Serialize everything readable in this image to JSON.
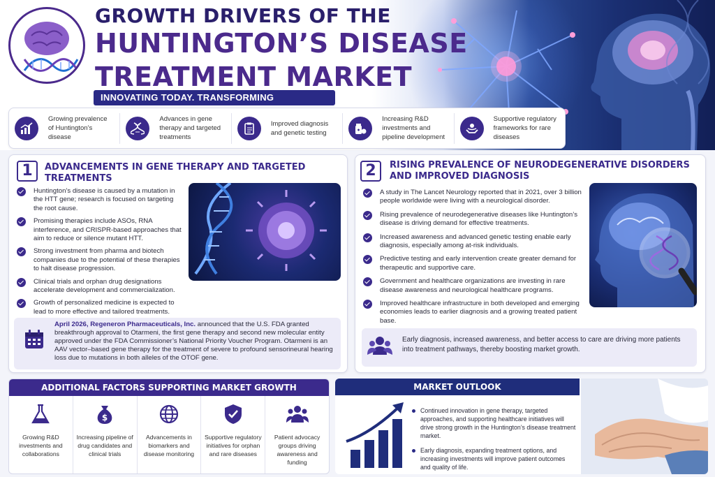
{
  "header": {
    "title_line1": "GROWTH DRIVERS OF THE",
    "title_line2": "HUNTINGTON’S DISEASE",
    "title_line3": "TREATMENT MARKET",
    "tagline": "INNOVATING TODAY. TRANSFORMING TOMORROW."
  },
  "drivers": [
    {
      "icon": "growth-chart-icon",
      "text": "Growing prevalence of Huntington’s disease"
    },
    {
      "icon": "dna-icon",
      "text": "Advances in gene therapy and targeted treatments"
    },
    {
      "icon": "clipboard-icon",
      "text": "Improved diagnosis and genetic testing"
    },
    {
      "icon": "medicine-icon",
      "text": "Increasing R&D investments and pipeline development"
    },
    {
      "icon": "hands-care-icon",
      "text": "Supportive regulatory frameworks for rare diseases"
    }
  ],
  "section1": {
    "number": "1",
    "title": "ADVANCEMENTS IN GENE THERAPY AND TARGETED TREATMENTS",
    "bullets": [
      "Huntington’s disease is caused by a mutation in the HTT gene; research is focused on targeting the root cause.",
      "Promising therapies include ASOs, RNA interference, and CRISPR-based approaches that aim to reduce or silence mutant HTT.",
      "Strong investment from pharma and biotech companies due to the potential of these therapies to halt disease progression.",
      "Clinical trials and orphan drug designations accelerate development and commercialization.",
      "Growth of personalized medicine is expected to lead to more effective and tailored treatments."
    ],
    "news_lead": "April 2026, Regeneron Pharmaceuticals, Inc.",
    "news_body": " announced that the U.S. FDA granted breakthrough approval to Otarmeni, the first gene therapy and second new molecular entity approved under the FDA Commissioner’s National Priority Voucher Program. Otarmeni is an AAV vector–based gene therapy for the treatment of severe to profound sensorineural hearing loss due to mutations in both alleles of the OTOF gene."
  },
  "section2": {
    "number": "2",
    "title_line1": "RISING PREVALENCE OF NEURODEGENERATIVE DISORDERS",
    "title_line2": "AND IMPROVED DIAGNOSIS",
    "bullets": [
      "A study in The Lancet Neurology reported that in 2021, over 3 billion people worldwide were living with a neurological disorder.",
      "Rising prevalence of neurodegenerative diseases like Huntington’s disease is driving demand for effective treatments.",
      "Increased awareness and advanced genetic testing enable early diagnosis, especially among at-risk individuals.",
      "Predictive testing and early intervention create greater demand for therapeutic and supportive care.",
      "Government and healthcare organizations are investing in rare disease awareness and neurological healthcare programs.",
      "Improved healthcare infrastructure in both developed and emerging economies leads to earlier diagnosis and a growing treated patient base."
    ],
    "callout": "Early diagnosis, increased awareness, and better access to care are driving more patients into treatment pathways, thereby boosting market growth."
  },
  "additional": {
    "title": "ADDITIONAL FACTORS SUPPORTING MARKET GROWTH",
    "items": [
      {
        "icon": "flask-icon",
        "text": "Growing R&D investments and collaborations"
      },
      {
        "icon": "money-bag-icon",
        "text": "Increasing pipeline of drug candidates and clinical trials"
      },
      {
        "icon": "globe-icon",
        "text": "Advancements in biomarkers and disease monitoring"
      },
      {
        "icon": "shield-check-icon",
        "text": "Supportive regulatory initiatives for orphan and rare diseases"
      },
      {
        "icon": "people-group-icon",
        "text": "Patient advocacy groups driving awareness and funding"
      }
    ]
  },
  "outlook": {
    "title": "MARKET OUTLOOK",
    "bullets": [
      "Continued innovation in gene therapy, targeted approaches, and supporting healthcare initiatives will drive strong growth in the Huntington’s disease treatment market.",
      "Early diagnosis, expanding treatment options, and increasing investments will improve patient outcomes and quality of life."
    ]
  },
  "colors": {
    "primary": "#3b2a8c",
    "navy": "#1f2d7b",
    "tagline_bg": "#2a2a86",
    "panel_bg": "#ffffff",
    "callout_bg": "#ecebf8"
  }
}
